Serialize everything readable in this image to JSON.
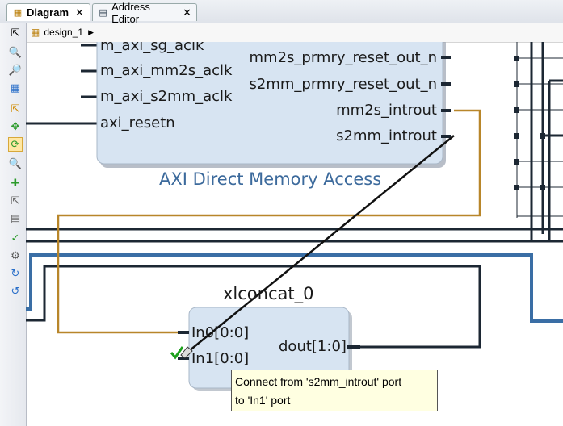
{
  "tabs": [
    {
      "label": "Diagram",
      "icon": "diagram-icon",
      "active": true
    },
    {
      "label": "Address Editor",
      "icon": "address-editor-icon",
      "active": false
    }
  ],
  "breadcrumb": {
    "label": "design_1"
  },
  "dma_block": {
    "title": "AXI Direct Memory Access",
    "left_ports": [
      "m_axi_sg_aclk",
      "m_axi_mm2s_aclk",
      "m_axi_s2mm_aclk",
      "axi_resetn"
    ],
    "right_ports": [
      "mm2s_prmry_reset_out_n",
      "s2mm_prmry_reset_out_n",
      "mm2s_introut",
      "s2mm_introut"
    ]
  },
  "concat_block": {
    "name": "xlconcat_0",
    "inputs": [
      "In0[0:0]",
      "In1[0:0]"
    ],
    "output": "dout[1:0]"
  },
  "tooltip": {
    "line1": "Connect from 's2mm_introut' port",
    "line2": "to 'In1' port"
  },
  "colors": {
    "wire_dark": "#1c2733",
    "wire_blue": "#3a6ea5",
    "wire_gold": "#b8862a",
    "block_fill": "#d7e4f2"
  }
}
